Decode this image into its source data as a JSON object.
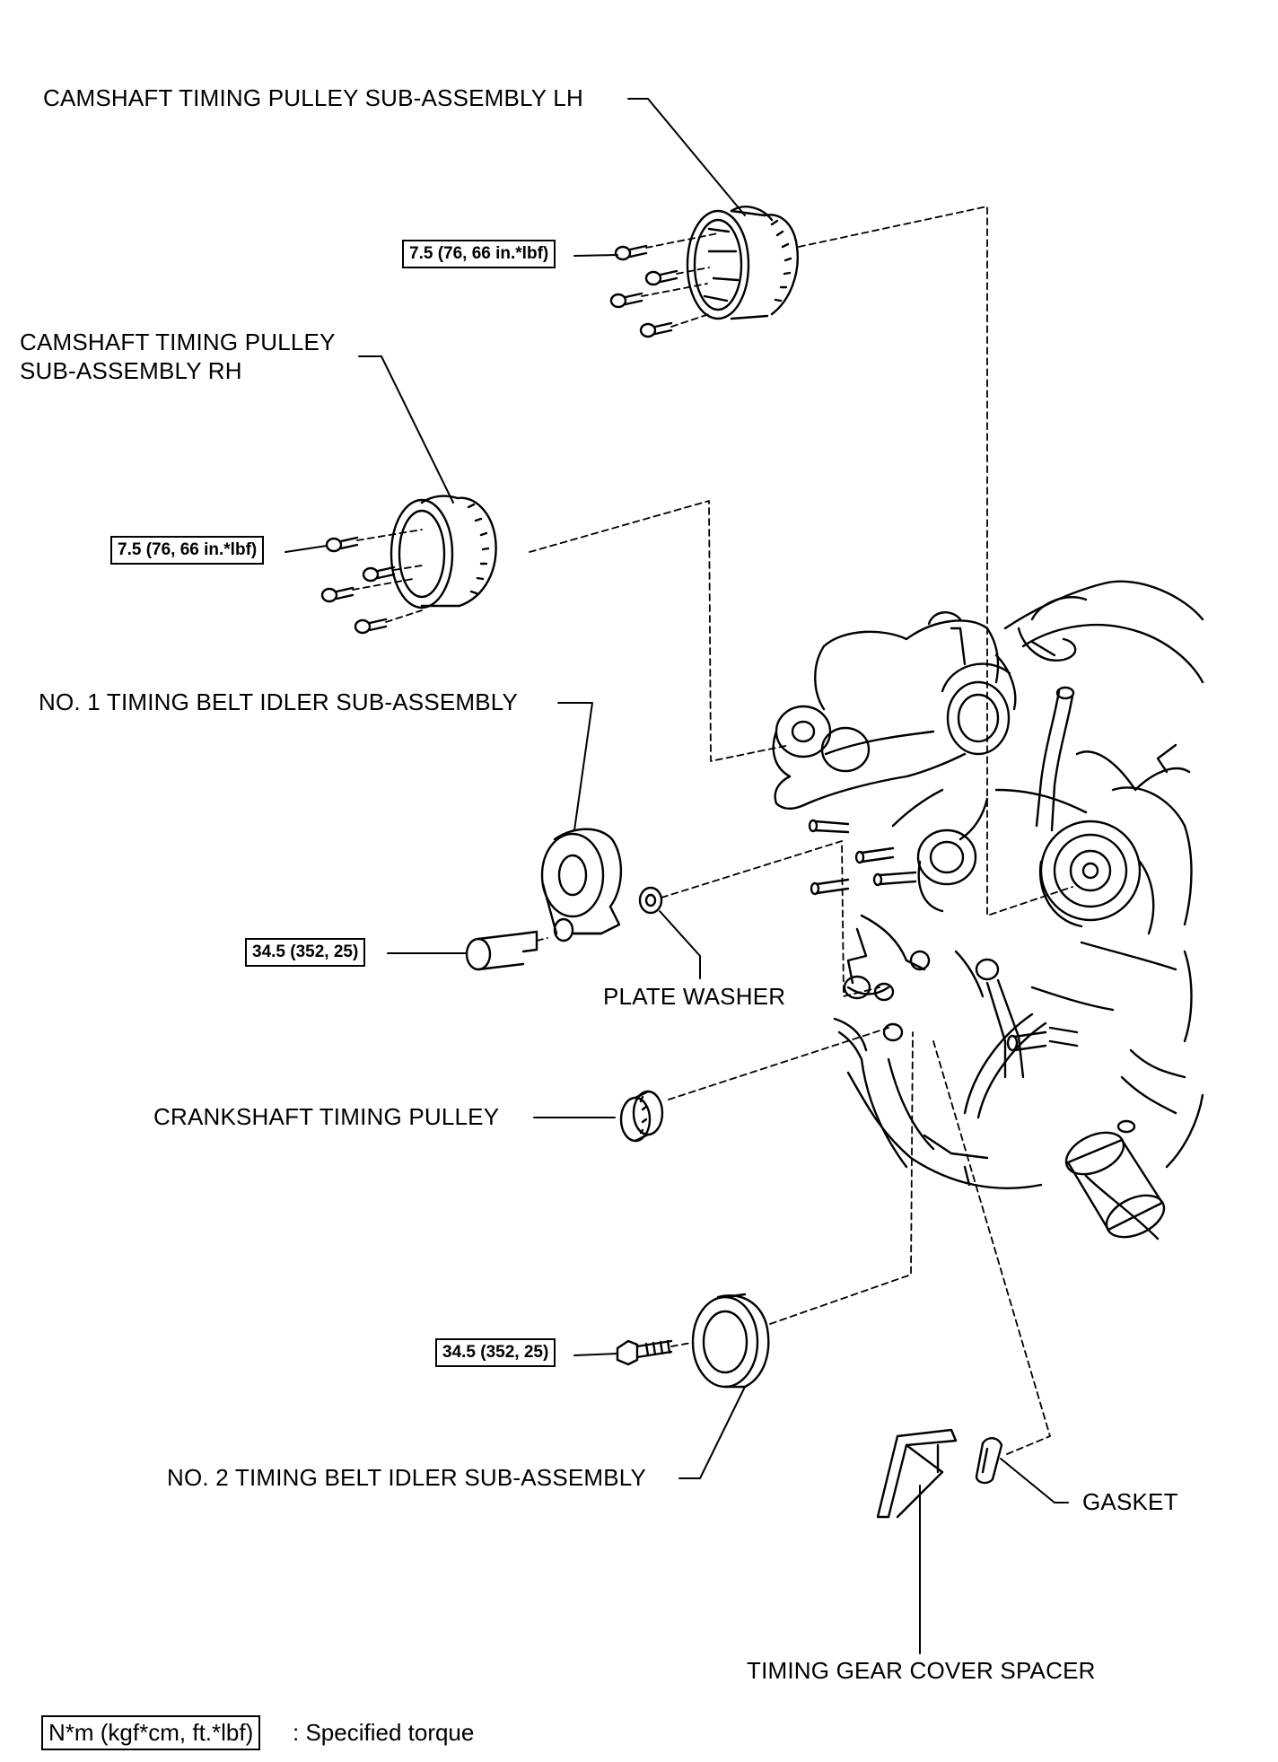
{
  "labels": {
    "cam_lh": "CAMSHAFT TIMING PULLEY SUB-ASSEMBLY LH",
    "cam_rh_1": "CAMSHAFT TIMING PULLEY",
    "cam_rh_2": "SUB-ASSEMBLY RH",
    "idler1": "NO. 1 TIMING BELT IDLER SUB-ASSEMBLY",
    "washer": "PLATE WASHER",
    "crank": "CRANKSHAFT TIMING PULLEY",
    "idler2": "NO. 2 TIMING BELT IDLER SUB-ASSEMBLY",
    "gasket": "GASKET",
    "spacer": "TIMING GEAR COVER SPACER"
  },
  "torques": {
    "cam_lh": "7.5 (76, 66 in.*lbf)",
    "cam_rh": "7.5 (76, 66 in.*lbf)",
    "idler1": "34.5 (352, 25)",
    "idler2": "34.5 (352, 25)"
  },
  "legend": {
    "unit": "N*m (kgf*cm, ft.*lbf)",
    "text": ": Specified torque"
  }
}
